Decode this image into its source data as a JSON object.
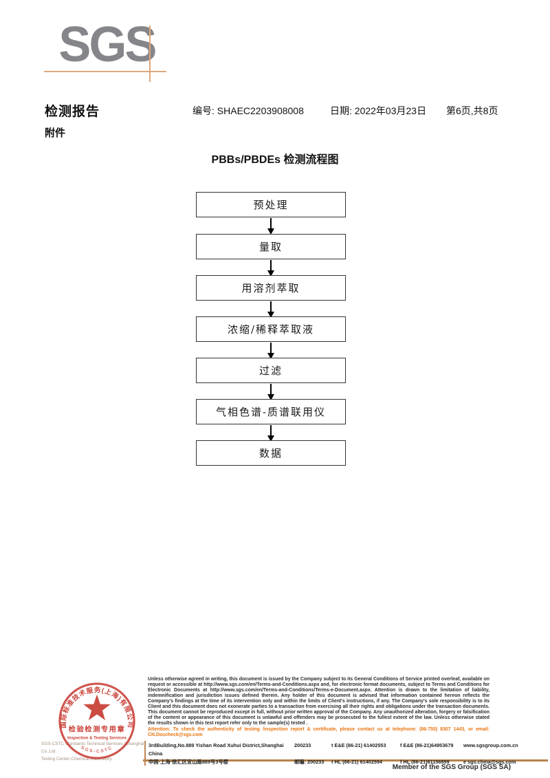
{
  "logo": {
    "text": "SGS"
  },
  "header": {
    "title": "检测报告",
    "report_no": "编号: SHAEC2203908008",
    "date": "日期: 2022年03月23日",
    "page_info": "第6页,共8页",
    "attachment_label": "附件"
  },
  "flowchart": {
    "title": "PBBs/PBDEs 检测流程图",
    "steps": [
      "预处理",
      "量取",
      "用溶剂萃取",
      "浓缩/稀释萃取液",
      "过滤",
      "气相色谱-质谱联用仪",
      "数据"
    ]
  },
  "stamp": {
    "ring_text": "国际标准技术服务(上海)有限公司",
    "ring_text_bottom": "SGS-CSTC",
    "center_line1": "检验检测专用章",
    "center_line2": "Inspection & Testing Services",
    "company_en_line1": "SGS-CSTC Standards Technical Services (Shanghai) Co.,Ltd.",
    "company_en_line2": "Testing Center-Chemical Laboratory."
  },
  "footer": {
    "disclaimer": "Unless otherwise agreed in writing, this document is issued by the Company subject to its General Conditions of Service printed overleaf, available on request or accessible at http://www.sgs.com/en/Terms-and-Conditions.aspx and, for electronic format documents, subject to Terms and Conditions for Electronic Documents at http://www.sgs.com/en/Terms-and-Conditions/Terms-e-Document.aspx. Attention is drawn to the limitation of liability, indemnification and jurisdiction issues defined therein. Any holder of this document is advised that information contained hereon reflects the Company's findings at the time of its intervention only and within the limits of Client's instructions, if any. The Company's sole responsibility is to its Client and this document does not exonerate parties to a transaction from exercising all their rights and obligations under the transaction documents. This document cannot be reproduced except in full, without prior written approval of the Company. Any unauthorized alteration, forgery or falsification of the content or appearance of this document is unlawful and offenders may be prosecuted to the fullest extent of the law. Unless otherwise stated the results shown in this test report refer only to the sample(s) tested .",
    "attention": "Attention: To check the authenticity of testing /inspection report & certificate, please contact us at telephone: (86-755) 8307 1443, or email: CN.Doccheck@sgs.com",
    "address_line1": {
      "address": "3rdBuilding,No.889 Yishan Road Xuhui District,Shanghai China",
      "zip": "200233",
      "tel": "t E&E (86-21) 61402553",
      "fax": "f E&E (86-21)64953679",
      "web": "www.sgsgroup.com.cn"
    },
    "address_line2": {
      "address": "中国·上海·徐汇区宜山路889号3号楼",
      "zip": "邮编: 200233",
      "tel": "t HL (86-21) 61402594",
      "fax": "f HL (86-21)61156899",
      "web": "e  sgs.china@sgs.com"
    },
    "member": "Member of the SGS Group (SGS SA)"
  },
  "colors": {
    "logo_gray": "#85868a",
    "crosshair_tan": "#dfa77c",
    "stamp_red": "#c5342b",
    "attention_orange": "#e87511",
    "footer_line_brown": "#b5824c"
  }
}
